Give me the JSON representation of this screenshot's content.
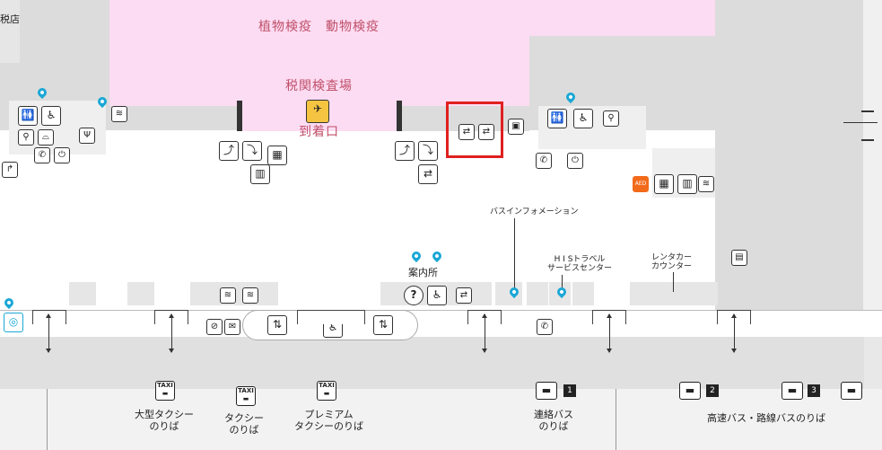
{
  "labels": {
    "tax_free_shop": "税店",
    "quarantine": "植物検疫　動物検疫",
    "customs": "税関検査場",
    "arrival_exit": "到着口",
    "bus_info": "バスインフォメーション",
    "information_center": "案内所",
    "his_travel": "H I Sトラベル\nサービスセンター",
    "rent_a_car": "レンタカー\nカウンター",
    "large_taxi": "大型タクシー\nのりば",
    "taxi": "タクシー\nのりば",
    "premium_taxi": "プレミアム\nタクシーのりば",
    "connecting_bus": "連絡バス\nのりば",
    "highway_bus": "高速バス・路線バスのりば"
  },
  "icons": {
    "taxi_text": "TAXI",
    "question": "?",
    "phone": "✆",
    "wheelchair": "♿",
    "bus_glyph": "▬",
    "aed": "AED"
  },
  "bus_stops": [
    "1",
    "2",
    "3"
  ],
  "colors": {
    "quarantine_zone": "#fcdcf2",
    "building_gray": "#dcdcdc",
    "pin_blue": "#1aa7d6",
    "highlight_red": "#e02020",
    "label_pink": "#c0506a",
    "road_gray": "#e0e0e0",
    "aed_orange": "#f26a1b"
  }
}
